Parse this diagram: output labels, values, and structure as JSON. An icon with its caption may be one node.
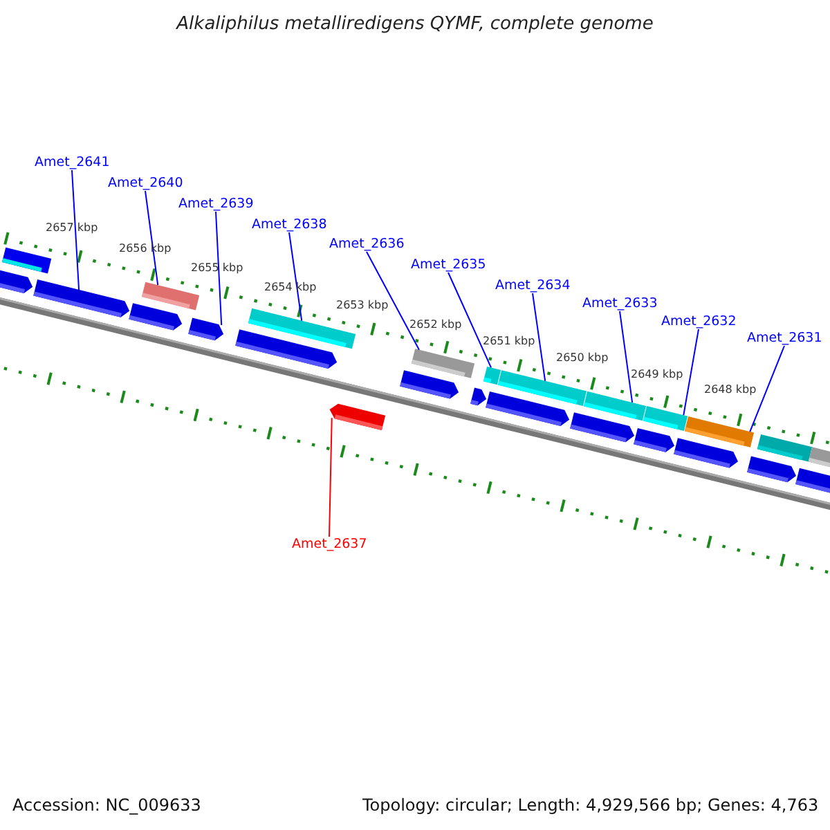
{
  "diagram": {
    "title": "Alkaliphilus metalliredigens QYMF, complete genome",
    "nodes": [
      {
        "text": [
          "Amet_2641"
        ]
      },
      {
        "text": [
          "Amet_2640"
        ]
      },
      {
        "text": [
          "Amet_2639"
        ]
      },
      {
        "text": [
          "Amet_2638"
        ]
      },
      {
        "text": [
          "Amet_2636"
        ]
      },
      {
        "text": [
          "Amet_2635"
        ]
      },
      {
        "text": [
          "Amet_2634"
        ]
      },
      {
        "text": [
          "Amet_2633"
        ]
      },
      {
        "text": [
          "Amet_2632"
        ]
      },
      {
        "text": [
          "Amet_2631"
        ]
      },
      {
        "text": [
          "Amet_2637"
        ]
      },
      {
        "text": [],
        "shape": "box"
      },
      {
        "text": [],
        "shape": "arrow"
      },
      {
        "text": [],
        "shape": "arrow"
      },
      {
        "text": [],
        "shape": "arrow"
      },
      {
        "text": [],
        "shape": "box"
      },
      {
        "text": [],
        "shape": "arrow"
      },
      {
        "text": [],
        "shape": "arrow"
      },
      {
        "text": [],
        "shape": "box"
      },
      {
        "text": [],
        "shape": "arrow"
      },
      {
        "text": [],
        "shape": "arrow"
      },
      {
        "text": [],
        "shape": "box"
      },
      {
        "text": [],
        "shape": "arrow"
      },
      {
        "text": [],
        "shape": "box"
      },
      {
        "text": [],
        "shape": "arrow"
      },
      {
        "text": [],
        "shape": "box"
      },
      {
        "text": [],
        "shape": "arrow"
      },
      {
        "text": [],
        "shape": "box"
      },
      {
        "text": [],
        "shape": "arrow"
      },
      {
        "text": [],
        "shape": "box"
      },
      {
        "text": [],
        "shape": "arrow"
      },
      {
        "text": [],
        "shape": "box"
      },
      {
        "text": [],
        "shape": "arrow"
      },
      {
        "text": [],
        "shape": "box"
      },
      {
        "text": [],
        "shape": "arrow"
      },
      {
        "text": [],
        "shape": "box"
      }
    ],
    "edges": [
      {
        "from": 0,
        "to": 13,
        "arrow": "none"
      },
      {
        "from": 1,
        "to": 15,
        "arrow": "none"
      },
      {
        "from": 2,
        "to": 16,
        "arrow": "none"
      },
      {
        "from": 3,
        "to": 18,
        "arrow": "none"
      },
      {
        "from": 4,
        "to": 21,
        "arrow": "none"
      },
      {
        "from": 5,
        "to": 23,
        "arrow": "none"
      },
      {
        "from": 6,
        "to": 25,
        "arrow": "none"
      },
      {
        "from": 7,
        "to": 27,
        "arrow": "none"
      },
      {
        "from": 8,
        "to": 29,
        "arrow": "none"
      },
      {
        "from": 9,
        "to": 31,
        "arrow": "none"
      },
      {
        "from": 10,
        "to": 19,
        "arrow": "none",
        "color": "#ff0000"
      }
    ],
    "labels": [
      "2657 kbp",
      "2656 kbp",
      "2655 kbp",
      "2654 kbp",
      "2653 kbp",
      "2652 kbp",
      "2651 kbp",
      "2650 kbp",
      "2649 kbp",
      "2648 kbp",
      "Accession: NC_009633",
      "Topology: circular; Length: 4,929,566 bp; Genes: 4,763"
    ]
  }
}
